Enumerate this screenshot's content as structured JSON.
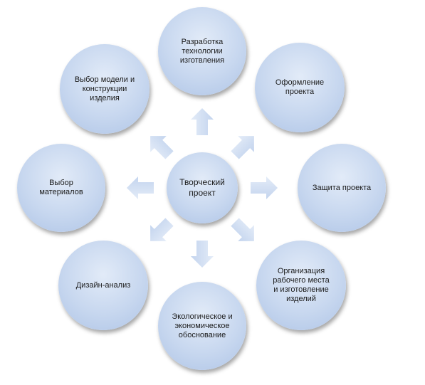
{
  "center": {
    "label": "Творческий\nпроект"
  },
  "nodes": [
    {
      "id": "razrabotka",
      "label": "Разработка\nтехнологии\nизготвления"
    },
    {
      "id": "oformlenie",
      "label": "Оформление\nпроекта"
    },
    {
      "id": "zashchita",
      "label": "Защита проекта"
    },
    {
      "id": "organizatsiya",
      "label": "Организация\nрабочего места\nи изготовление\nизделий"
    },
    {
      "id": "ekologicheskoe",
      "label": "Экологическое и\nэкономическое\nобоснование"
    },
    {
      "id": "dizain",
      "label": "Дизайн-анализ"
    },
    {
      "id": "vybor-materialov",
      "label": "Выбор\nматериалов"
    },
    {
      "id": "vybor-modeli",
      "label": "Выбор модели и\nконструкции\nизделия"
    }
  ],
  "colors": {
    "node_fill_light": "#e2ebf8",
    "node_fill_dark": "#aec4e6",
    "arrow_fill": "#cfdcf1"
  }
}
